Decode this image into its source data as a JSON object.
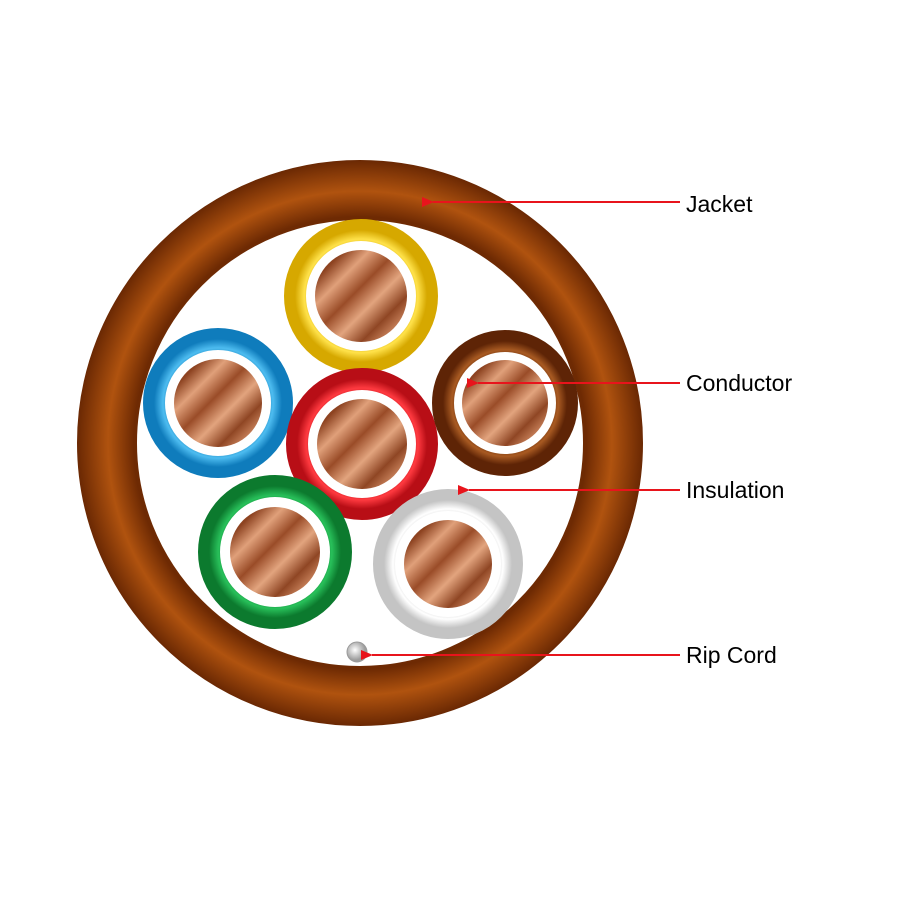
{
  "callouts": {
    "jacket": "Jacket",
    "conductor": "Conductor",
    "insulation": "Insulation",
    "rip_cord": "Rip Cord"
  },
  "colors": {
    "jacket": "#9a3e06",
    "arrow": "#e8141c",
    "conductor_copper": "#c8754a",
    "insulation_yellow": "#f6c808",
    "insulation_blue": "#1a98d8",
    "insulation_red": "#e3141e",
    "insulation_brown": "#8b3a0c",
    "insulation_green": "#0f9a3a",
    "insulation_white": "#f2f2f2",
    "rip_cord": "#dcdcdc"
  },
  "wires": [
    {
      "insulation_color": "yellow"
    },
    {
      "insulation_color": "blue"
    },
    {
      "insulation_color": "red"
    },
    {
      "insulation_color": "brown"
    },
    {
      "insulation_color": "green"
    },
    {
      "insulation_color": "white"
    }
  ]
}
